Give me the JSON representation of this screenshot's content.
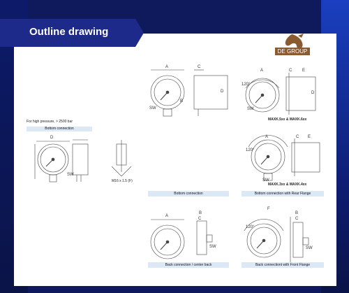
{
  "header": {
    "title": "Outline drawing"
  },
  "logo": {
    "text": "DE GROUP"
  },
  "left_panel": {
    "note": "For high pressure, > 2500 bar",
    "caption": "Bottom connection",
    "thread": "M16 x 1.5 (F)"
  },
  "models": {
    "top_right": "MAXK.5xx & MAXK.6xx",
    "middle_right": "MAXK.3xx & MAXK.4xx"
  },
  "captions": {
    "bottom_connection": "Bottom connection",
    "bottom_rear_flange": "Bottom connection with Rear Flange",
    "back_center": "Back connection / center back",
    "back_front_flange": "Back connectiont with Front Flange"
  },
  "dims": {
    "A": "A",
    "B": "B",
    "C": "C",
    "D": "D",
    "E": "E",
    "F": "F",
    "SW": "SW",
    "angle": "120°"
  },
  "colors": {
    "banner": "#1e2a8a",
    "caption_bg": "#dce8f6",
    "background": "#0f1a5c",
    "logo": "#8a5a30"
  }
}
